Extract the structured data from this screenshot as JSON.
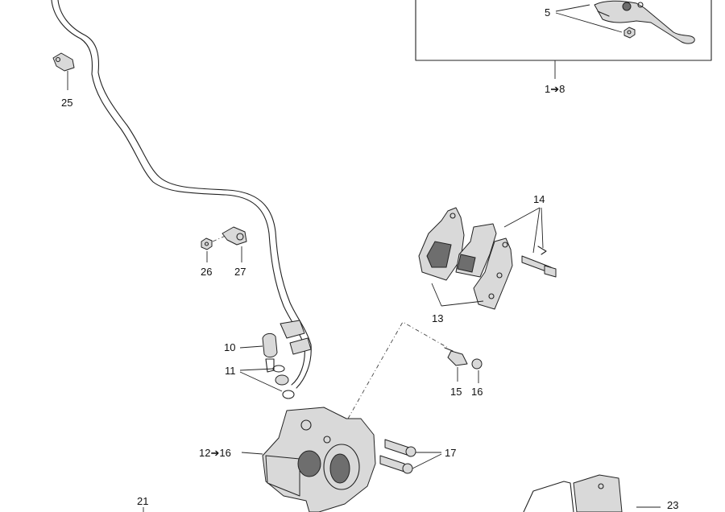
{
  "labels": {
    "l5": "5",
    "l1to8": "1➔8",
    "l25": "25",
    "l14": "14",
    "l26": "26",
    "l27": "27",
    "l13": "13",
    "l10": "10",
    "l11": "11",
    "l15": "15",
    "l16": "16",
    "l12to16": "12➔16",
    "l17": "17",
    "l21": "21",
    "l23": "23"
  },
  "colors": {
    "line": "#222222",
    "part_fill": "#d9d9d9",
    "shade": "#6e6e6e",
    "background": "#ffffff"
  }
}
